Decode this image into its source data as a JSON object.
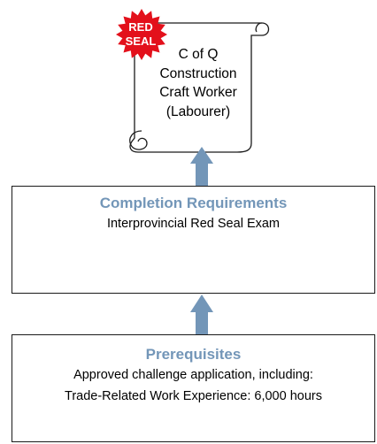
{
  "certificate": {
    "badge_line1": "RED",
    "badge_line2": "SEAL",
    "lines": [
      "C of Q",
      "Construction",
      "Craft Worker",
      "(Labourer)"
    ]
  },
  "completion": {
    "title": "Completion Requirements",
    "lines": [
      "Interprovincial Red Seal Exam"
    ]
  },
  "prerequisites": {
    "title": "Prerequisites",
    "lines": [
      "Approved challenge application, including:",
      "Trade-Related Work Experience: 6,000 hours"
    ]
  },
  "colors": {
    "accent": "#7396b8",
    "badge": "#e3101b",
    "border": "#1a1a1a"
  },
  "icons": {
    "badge": "starburst-seal-icon",
    "scroll": "scroll-icon",
    "arrows": "up-arrow-icon"
  }
}
